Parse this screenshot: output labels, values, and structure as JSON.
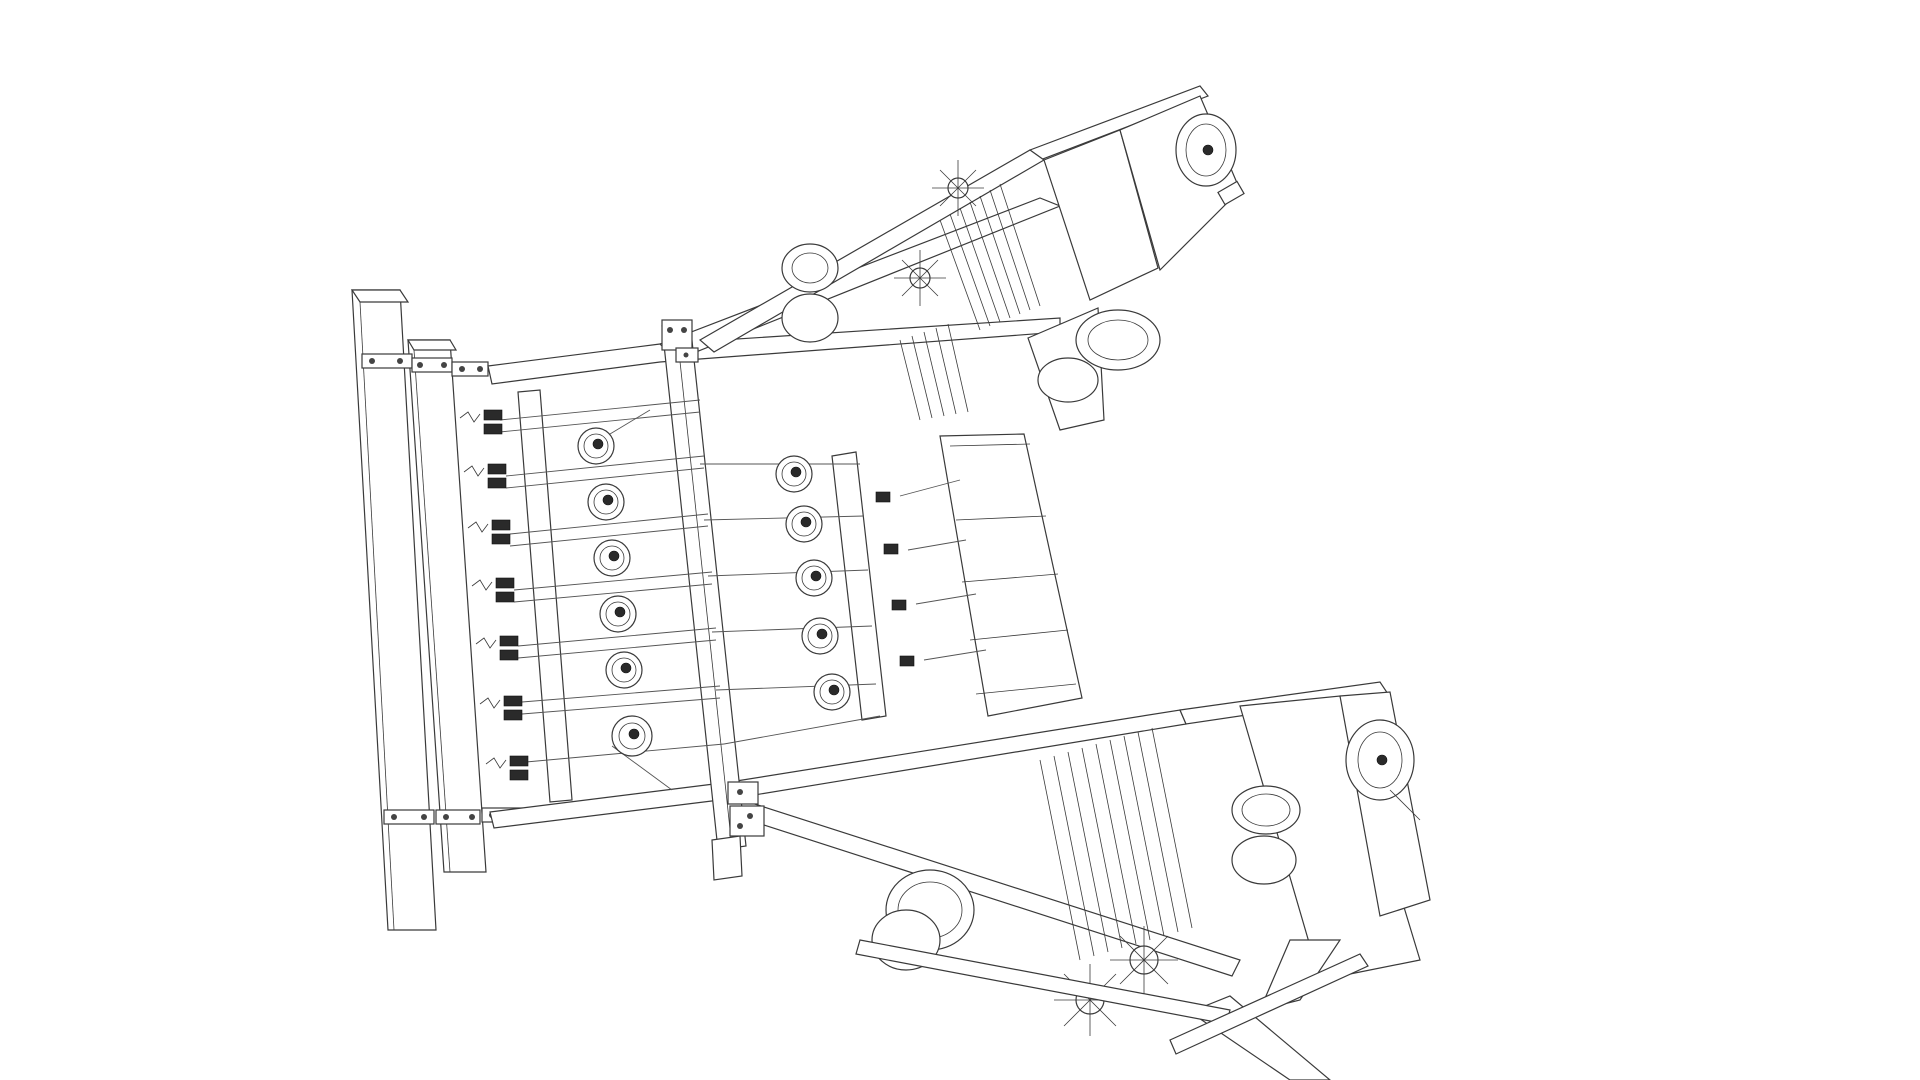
{
  "scene": {
    "subject": "",
    "view": "wireframe-top-down",
    "background": "#ffffff",
    "line_color": "#3a3a3a"
  },
  "parts": {
    "left_pulley_count": 6,
    "right_pulley_count": 5,
    "spring_count": 7
  }
}
